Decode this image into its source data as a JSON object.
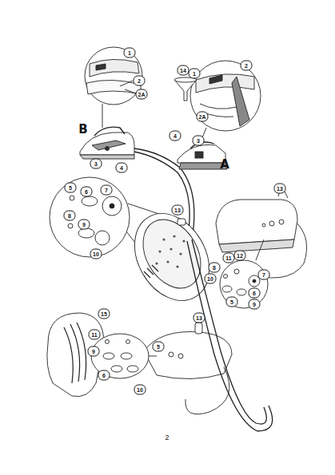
{
  "diagram": {
    "labels": [
      "1",
      "2",
      "2A",
      "B",
      "3",
      "4",
      "14",
      "1",
      "2",
      "2A",
      "4",
      "3",
      "A",
      "5",
      "6",
      "7",
      "8",
      "9",
      "10",
      "13",
      "13",
      "11",
      "12",
      "8",
      "10",
      "7",
      "6",
      "5",
      "9",
      "15",
      "13",
      "11",
      "9",
      "5",
      "6",
      "10",
      "2"
    ]
  }
}
